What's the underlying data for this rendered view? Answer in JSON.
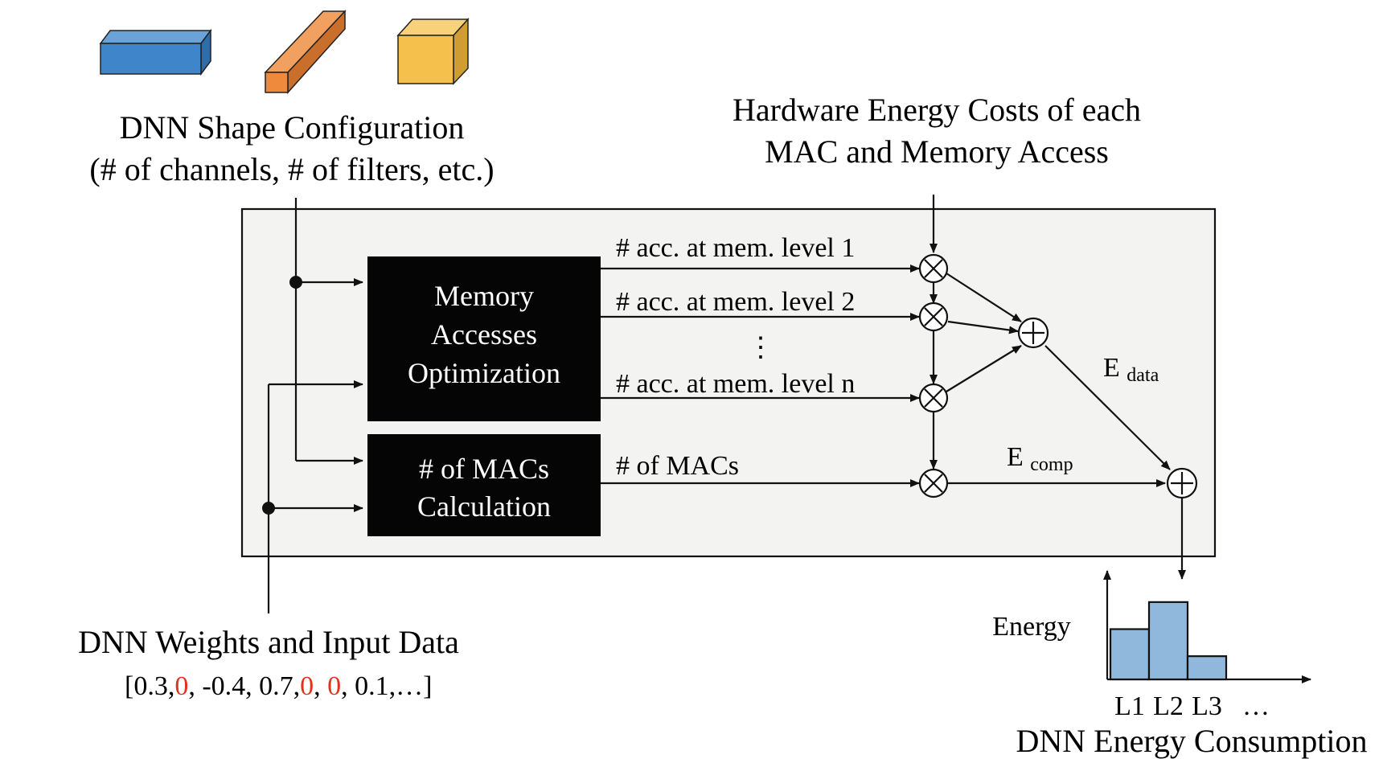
{
  "shape_config": {
    "title": "DNN Shape Configuration",
    "subtitle": "(# of channels, # of filters, etc.)"
  },
  "hardware_costs": {
    "line1": "Hardware Energy Costs of each",
    "line2": "MAC and Memory Access"
  },
  "blocks": {
    "memory": {
      "line1": "Memory",
      "line2": "Accesses",
      "line3": "Optimization"
    },
    "macs": {
      "line1": "# of MACs",
      "line2": "Calculation"
    }
  },
  "signals": {
    "level1": "# acc. at mem. level 1",
    "level2": "# acc. at mem. level 2",
    "ellipsis": "⋮",
    "leveln": "# acc. at mem. level n",
    "macs": "# of MACs",
    "edata_main": "E",
    "edata_sub": "data",
    "ecomp_main": "E",
    "ecomp_sub": "comp"
  },
  "weights": {
    "title": "DNN Weights and Input Data",
    "values": [
      {
        "text": "[0.3,",
        "highlight": false
      },
      {
        "text": "0",
        "highlight": true
      },
      {
        "text": ", -0.4, 0.7,",
        "highlight": false
      },
      {
        "text": "0",
        "highlight": true
      },
      {
        "text": ", ",
        "highlight": false
      },
      {
        "text": "0",
        "highlight": true
      },
      {
        "text": ", 0.1,…]",
        "highlight": false
      }
    ]
  },
  "energy_output": {
    "ylabel": "Energy",
    "title": "DNN Energy Consumption"
  },
  "chart_data": {
    "type": "bar",
    "categories": [
      "L1",
      "L2",
      "L3"
    ],
    "values": [
      0.65,
      1.0,
      0.3
    ],
    "trailing_label": "…",
    "xlabel": "",
    "ylabel": "Energy",
    "ylim": [
      0,
      1.3
    ],
    "grid": false
  },
  "colors": {
    "blue_block": "#3f85c9",
    "orange_block": "#ef8a3c",
    "yellow_block": "#f6c04d",
    "process_box_bg": "#f3f4f2",
    "black_block": "#050505",
    "bar_fill": "#8fb8dc",
    "highlight_red": "#e3311d"
  },
  "icons": {
    "blue_block": "cuboid-blue-icon",
    "orange_block": "cuboid-orange-icon",
    "yellow_block": "cube-yellow-icon",
    "multiply": "circle-times-icon",
    "sum": "circle-plus-icon"
  }
}
